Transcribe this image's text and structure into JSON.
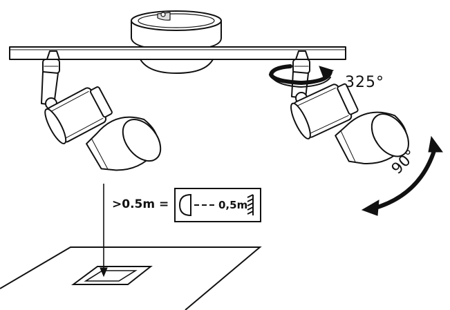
{
  "labels": {
    "rotation": "325°",
    "tilt": "90°",
    "min_distance": ">0.5m =",
    "symbol_distance": "0,5m"
  },
  "colors": {
    "line": "#111111",
    "fill": "#ffffff"
  }
}
